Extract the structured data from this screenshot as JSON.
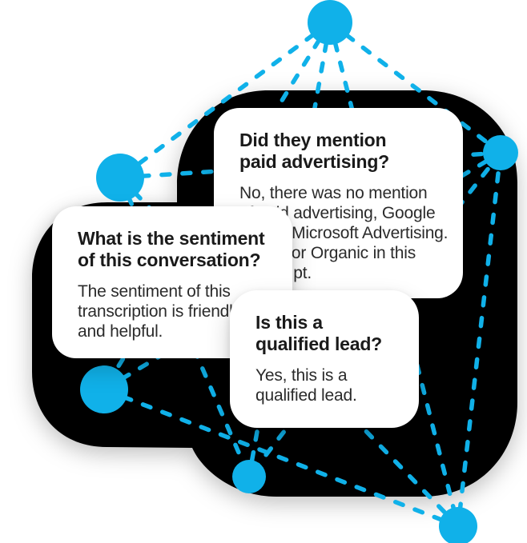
{
  "cards": [
    {
      "id": "paid-advertising",
      "title": [
        "Did they mention",
        "paid advertising?"
      ],
      "body": [
        "No, there was no mention",
        "of paid advertising, Google",
        "Ads or Microsoft Advertising.",
        "It was for Organic in this",
        "transcript."
      ]
    },
    {
      "id": "sentiment",
      "title": [
        "What is the sentiment",
        "of this conversation?"
      ],
      "body": [
        "The sentiment of this",
        "transcription is friendly",
        "and helpful."
      ]
    },
    {
      "id": "qualified-lead",
      "title": [
        "Is this a",
        "qualified lead?"
      ],
      "body": [
        "Yes, this is a",
        "qualified lead."
      ]
    }
  ],
  "colors": {
    "accent": "#10b1e9",
    "blob": "#000000",
    "card-bg": "#ffffff",
    "title": "#1a1a1a",
    "body": "#2b2b2b"
  }
}
